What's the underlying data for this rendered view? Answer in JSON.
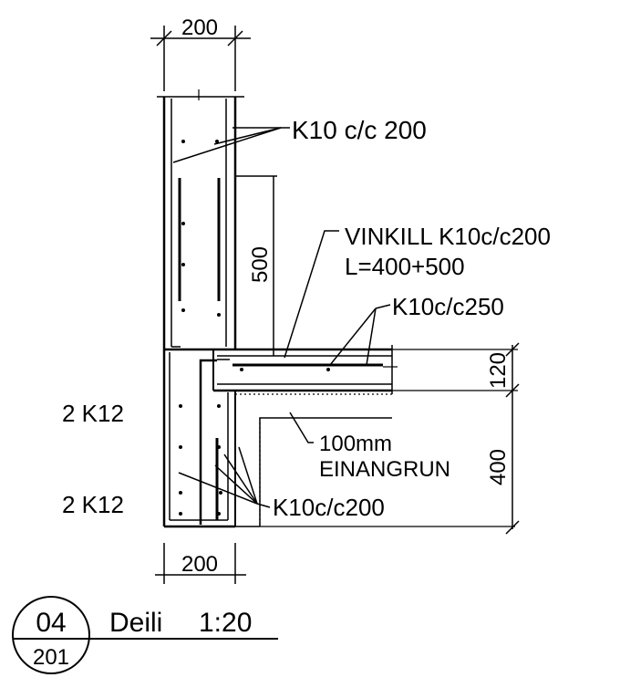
{
  "dimensions": {
    "top_width": "200",
    "bottom_width": "200",
    "wall_upper": "500",
    "slab_thickness": "120",
    "footing_depth": "400"
  },
  "labels": {
    "wall_rebar": "K10 c/c 200",
    "angle_rebar_line1": "VINKILL K10c/c200",
    "angle_rebar_line2": "L=400+500",
    "slab_rebar": "K10c/c250",
    "insulation_line1": "100mm",
    "insulation_line2": "EINANGRUN",
    "bars_upper": "2 K12",
    "bars_lower": "2 K12",
    "footing_rebar": "K10c/c200"
  },
  "detail": {
    "number": "04",
    "sheet": "201",
    "title": "Deili",
    "scale": "1:20"
  }
}
